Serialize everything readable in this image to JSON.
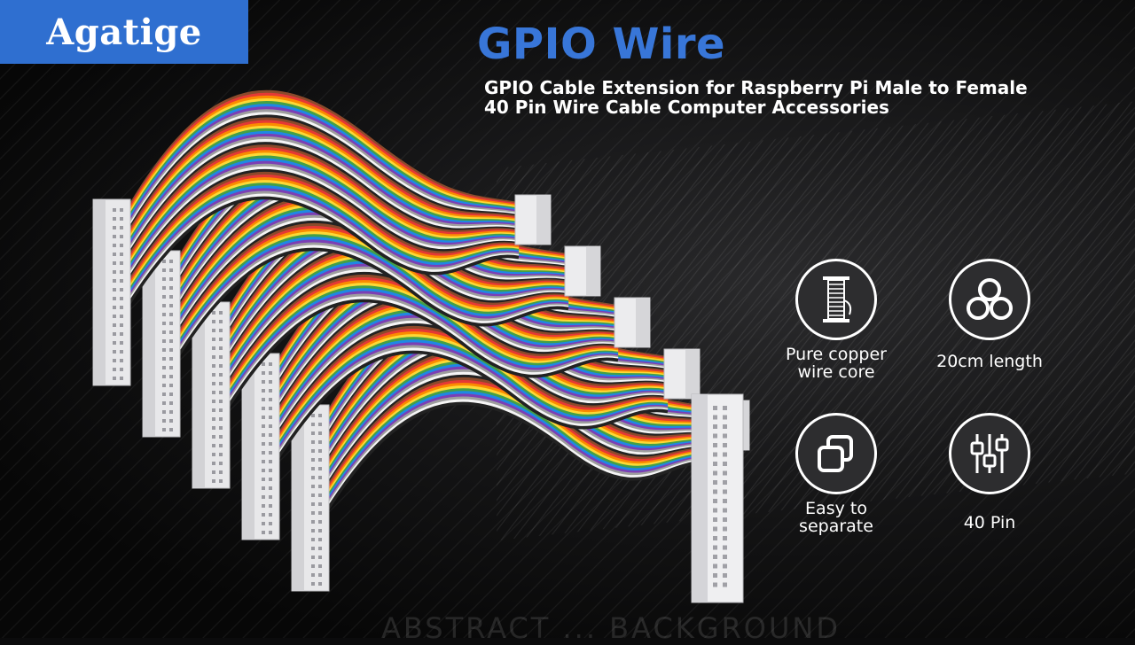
{
  "brand": {
    "logo_text": "Agatige",
    "logo_color": "#2f6fd0"
  },
  "title": "GPIO Wire",
  "title_color": "#3876d8",
  "subtitle_lines": [
    "GPIO Cable Extension for Raspberry Pi Male to Female",
    "40 Pin Wire Cable Computer Accessories"
  ],
  "features": [
    {
      "icon": "wire-spool-icon",
      "lines": [
        "Pure copper",
        "wire core"
      ]
    },
    {
      "icon": "triple-rings-icon",
      "lines": [
        "20cm length"
      ]
    },
    {
      "icon": "overlapping-squares-icon",
      "lines": [
        "Easy to",
        "separate"
      ]
    },
    {
      "icon": "equalizer-sliders-icon",
      "lines": [
        "40 Pin"
      ]
    }
  ],
  "cable_colors": [
    "#8b4a2b",
    "#e53935",
    "#fb8c00",
    "#fdd835",
    "#43a047",
    "#1e88e5",
    "#7b3fb5",
    "#9e9e9e",
    "#f5f5f5",
    "#222222"
  ],
  "cable_count": 5,
  "watermark": "ABSTRACT ... BACKGROUND"
}
